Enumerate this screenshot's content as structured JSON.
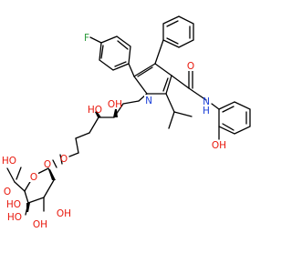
{
  "figure": {
    "type": "chemical-structure",
    "background": "#ffffff",
    "bond_color": "#000000",
    "element_colors": {
      "O": "#e8180c",
      "N": "#1a3fd8",
      "F": "#2a9a3a"
    }
  },
  "atom_labels": {
    "fluorine": "F",
    "pyrrole_nitrogen": "N",
    "amide_oxygen": "O",
    "amide_nh": "N",
    "amide_h": "H",
    "phenol_oh": "OH",
    "hydroxyl_upper": "OH",
    "hydroxyl_lower": "HO",
    "ester_carbonyl_oxygen": "O",
    "ester_oxygen": "O",
    "ring_oxygen": "O",
    "acid_label": "HO",
    "acid_carbonyl_oxygen": "O",
    "sugar_oh_bottom_left": "HO",
    "sugar_oh_left": "HO",
    "sugar_oh_bottom": "OH",
    "sugar_oh_right": "OH"
  }
}
